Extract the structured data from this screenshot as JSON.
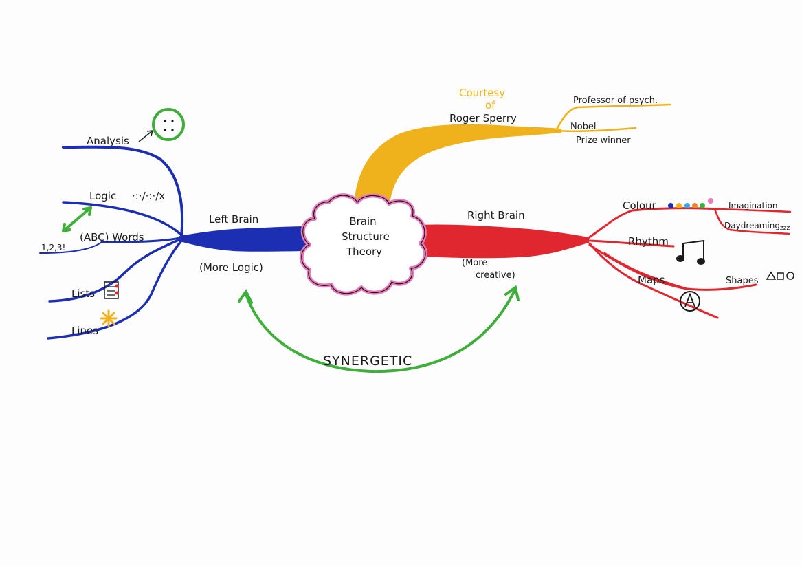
{
  "center": {
    "lines": [
      "Brain",
      "Structure",
      "Theory"
    ]
  },
  "top_branch": {
    "courtesy": [
      "Courtesy",
      "of"
    ],
    "name": "Roger Sperry",
    "sub1": "Professor of psych.",
    "sub2a": "Nobel",
    "sub2b": "Prize winner"
  },
  "left_brain": {
    "title": "Left Brain",
    "subtitle": "(More Logic)",
    "items": {
      "analysis": "Analysis",
      "logic": "Logic",
      "logic_symbols": "·:·/·:·/x",
      "words": "(ABC) Words",
      "numbers": "1,2,3!",
      "lists": "Lists",
      "lines": "Lines"
    }
  },
  "right_brain": {
    "title": "Right Brain",
    "subtitle_a": "(More",
    "subtitle_b": "creative)",
    "items": {
      "colour": "Colour",
      "imagination": "Imagination",
      "daydreaming": "Daydreaming",
      "daydreaming_z": "zzz",
      "rhythm": "Rhythm",
      "maps": "Maps",
      "shapes": "Shapes"
    }
  },
  "synergy": "SYNERGETIC",
  "colors": {
    "left": "#1c2fb3",
    "right": "#e0262f",
    "top": "#efb21c",
    "green": "#3fae3a",
    "cloud_edge": "#e77ab8"
  }
}
